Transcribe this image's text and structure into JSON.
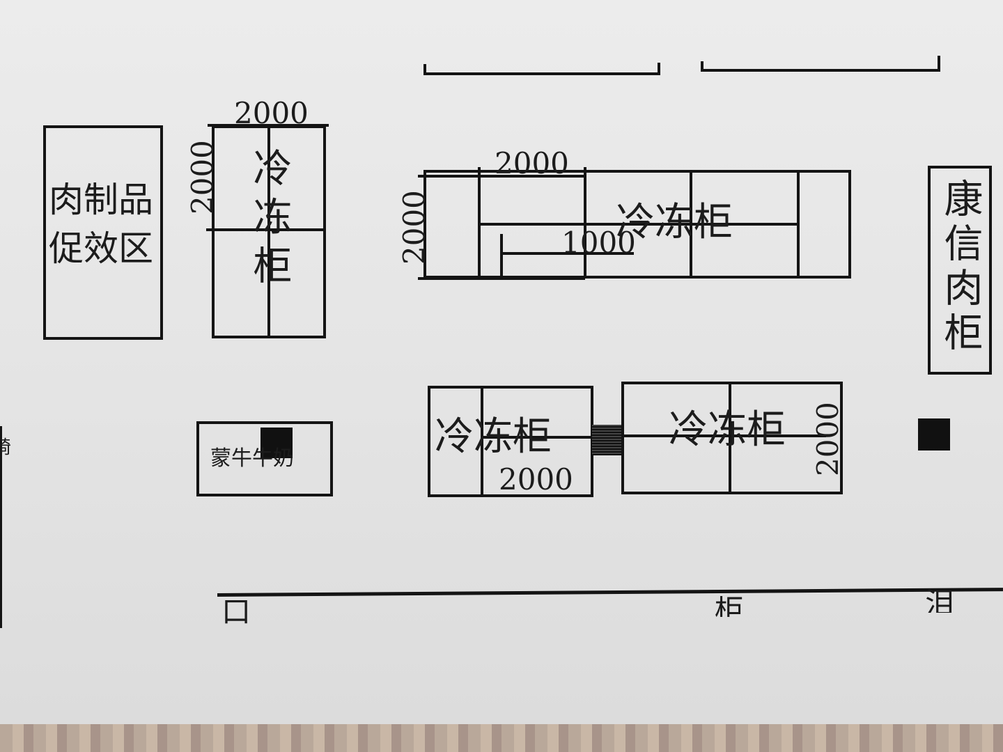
{
  "labels": {
    "meat_promo_line1": "肉制品",
    "meat_promo_line2": "促效区",
    "freezer": "冷冻柜",
    "kangxin_meat_cabinet": "康信肉柜",
    "mengniu_milk": "蒙牛牛奶",
    "bottom_left_mark": "口",
    "bottom_mid_mark": "柜",
    "bottom_right_mark": "泪",
    "left_edge_mark": "椅"
  },
  "dimensions": {
    "d2000": "2000",
    "d1000": "1000"
  }
}
